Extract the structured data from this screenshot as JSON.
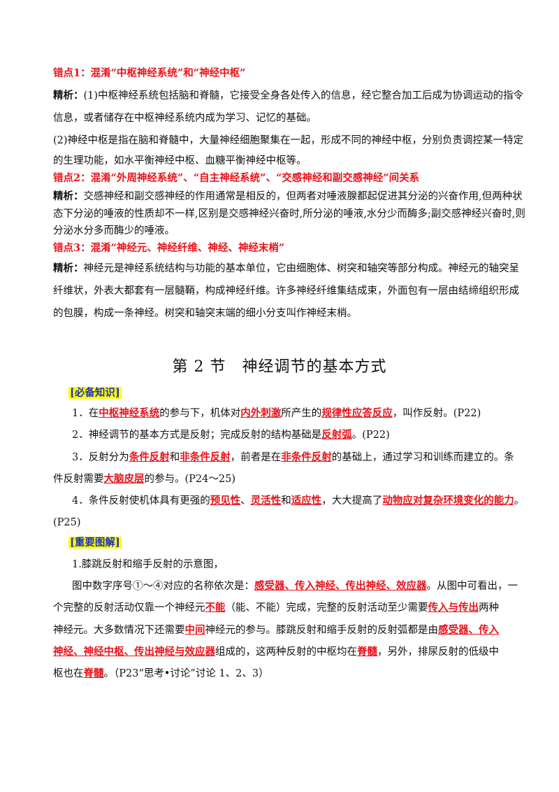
{
  "error1": {
    "heading": "错点1：混淆“中枢神经系统”和“神经中枢”",
    "label": "精析：",
    "p1": "(1)中枢神经系统包括脑和脊髓，它接受全身各处传入的信息，经它整合加工后成为协调运动的指令",
    "p1b": "信息，或者储存在中枢神经系统内成为学习、记忆的基础。",
    "p2": "(2)神经中枢是指在脑和脊髓中，大量神经细胞聚集在一起，形成不同的神经中枢，分别负责调控某一特定",
    "p2b": "的生理功能，如水平衡神经中枢、血糖平衡神经中枢等。"
  },
  "error2": {
    "heading": "错点2：混淆“外周神经系统”、“自主神经系统”、“交感神经和副交感神经”间关系",
    "label": "精析：",
    "l1": "交感神经和副交感神经的作用通常是相反的，但两者对唾液腺都起促进其分泌的兴奋作用,但两种状",
    "l2": "态下分泌的唾液的性质却不一样,区别是交感神经兴奋时,所分泌的唾液,水分少而酶多;副交感神经兴奋时,则",
    "l3": "分泌水分多而酶少的唾液。"
  },
  "error3": {
    "heading": "错点3：混淆“神经元、神经纤维、神经、神经末梢”",
    "label": "精析：",
    "l1": "神经元是神经系统结构与功能的基本单位，它由细胞体、树突和轴突等部分构成。神经元的轴突呈",
    "l2": "纤维状，外表大都套有一层髓鞘，构成神经纤维。许多神经纤维集结成束，外面包有一层由结缔组织形成",
    "l3": "的包膜，构成一条神经。树突和轴突末端的细小分支叫作神经末梢。"
  },
  "section_title": "第 2 节　神经调节的基本方式",
  "knowledge": {
    "tag": "[必备知识]",
    "i1": {
      "a": "1．在",
      "k1": "中枢神经系统",
      "b": "的参与下，机体对",
      "k2": "内外刺激",
      "c": "所产生的",
      "k3": "规律性应答反应",
      "d": "，叫作反射。(P22)"
    },
    "i2": {
      "a": "2．神经调节的基本方式是反射；完成反射的结构基础是",
      "k1": "反射弧",
      "b": "。(P22)"
    },
    "i3": {
      "a": "3．反射分为",
      "k1": "条件反射",
      "b": "和",
      "k2": "非条件反射",
      "c": "，前者是在",
      "k3": "非条件反射",
      "d": "的基础上，通过学习和训练而建立的。条"
    },
    "i3b": {
      "a": "件反射需要",
      "k1": "大脑皮层",
      "b": "的参与。(P24～25)"
    },
    "i4": {
      "a": "4．条件反射使机体具有更强的",
      "k1": "预见性",
      "b": "、",
      "k2": "灵活性",
      "c": "和",
      "k3": "适应性",
      "d": "，大大提高了",
      "k4": "动物应对复杂环境变化的能力",
      "e": "。"
    },
    "i4b": "(P25)"
  },
  "diagram": {
    "tag": "[重要图解]",
    "l1": "1.膝跳反射和缩手反射的示意图，",
    "l2": {
      "a": "图中数字序号①～④对应的名称依次是：",
      "k1": "感受器、传入神经、传出神经、效应器",
      "b": "。从图中可看出，一"
    },
    "l3": {
      "a": "个完整的反射活动仅靠一个神经元",
      "k1": "不能",
      "b": "（能、不能）完成，完整的反射活动至少需要",
      "k2": "传入与传出",
      "c": "两种"
    },
    "l4": {
      "a": "神经元。大多数情况下还需要",
      "k1": "中间",
      "b": "神经元的参与。膝跳反射和缩手反射的反射弧都是由",
      "k2": "感受器、传入"
    },
    "l5": {
      "k1": "神经、神经中枢、传出神经与效应器",
      "a": "组成的，这两种反射的中枢均在",
      "k2": "脊髓",
      "b": "，另外，排尿反射的低级中"
    },
    "l6": {
      "a": "枢也在",
      "k1": "脊髓",
      "b": "。（P23“思考•讨论”讨论 1、2、3）"
    }
  }
}
